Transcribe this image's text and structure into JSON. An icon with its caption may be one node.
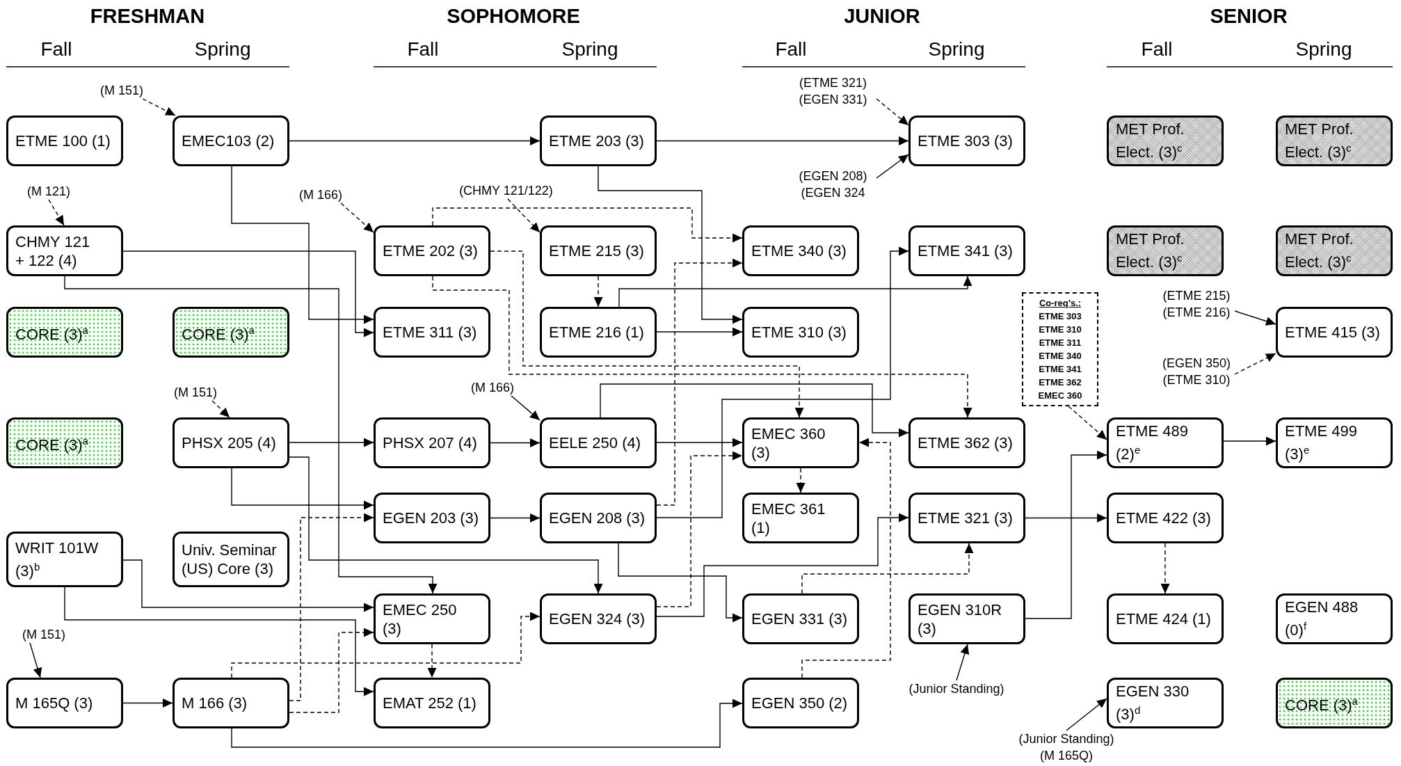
{
  "diagram": {
    "nodes": [
      {
        "text": [
          "ETME 100 (1)"
        ]
      },
      {
        "text": [
          "EMEC103 (2)"
        ]
      },
      {
        "text": [
          "ETME 203 (3)"
        ]
      },
      {
        "text": [
          "ETME 303 (3)"
        ]
      },
      {
        "text": [
          "MET Prof. Elect. (3)$^{c}$"
        ]
      },
      {
        "text": [
          "MET Prof. Elect. (3)$^{c}$"
        ]
      },
      {
        "text": [
          "CHMY 121 + 122 (4)"
        ]
      },
      {
        "text": [
          "ETME 202 (3)"
        ]
      },
      {
        "text": [
          "ETME 215 (3)"
        ]
      },
      {
        "text": [
          "ETME 340 (3)"
        ]
      },
      {
        "text": [
          "ETME 341 (3)"
        ]
      },
      {
        "text": [
          "MET Prof. Elect. (3)$^{c}$"
        ]
      },
      {
        "text": [
          "MET Prof. Elect. (3)$^{c}$"
        ]
      },
      {
        "text": [
          "CORE (3)$^{a}$"
        ]
      },
      {
        "text": [
          "CORE (3)$^{a}$"
        ]
      },
      {
        "text": [
          "ETME 311 (3)"
        ]
      },
      {
        "text": [
          "ETME 216 (1)"
        ]
      },
      {
        "text": [
          "ETME 310 (3)"
        ]
      },
      {
        "text": [
          "ETME 415 (3)"
        ]
      },
      {
        "text": [
          "CORE (3)$^{a}$"
        ]
      },
      {
        "text": [
          "PHSX 205 (4)"
        ]
      },
      {
        "text": [
          "PHSX 207 (4)"
        ]
      },
      {
        "text": [
          "EELE 250 (4)"
        ]
      },
      {
        "text": [
          "EMEC 360 (3)"
        ]
      },
      {
        "text": [
          "ETME 362 (3)"
        ]
      },
      {
        "text": [
          "ETME 489 (2)$^{e}$"
        ]
      },
      {
        "text": [
          "ETME 499 (3)$^{e}$"
        ]
      },
      {
        "text": [
          "EGEN 203 (3)"
        ]
      },
      {
        "text": [
          "EGEN 208 (3)"
        ]
      },
      {
        "text": [
          "EMEC 361 (1)"
        ]
      },
      {
        "text": [
          "ETME 321 (3)"
        ]
      },
      {
        "text": [
          "ETME 422 (3)"
        ]
      },
      {
        "text": [
          "WRIT 101W (3)$^{b}$"
        ]
      },
      {
        "text": [
          "Univ. Seminar (US) Core (3)"
        ]
      },
      {
        "text": [
          "EMEC 250 (3)"
        ]
      },
      {
        "text": [
          "EGEN 324 (3)"
        ]
      },
      {
        "text": [
          "EGEN 331 (3)"
        ]
      },
      {
        "text": [
          "EGEN 310R (3)"
        ]
      },
      {
        "text": [
          "ETME 424 (1)"
        ]
      },
      {
        "text": [
          "EGEN 488 (0)$^{f}$"
        ]
      },
      {
        "text": [
          "M 165Q (3)"
        ]
      },
      {
        "text": [
          "M 166 (3)"
        ]
      },
      {
        "text": [
          "EMAT 252 (1)"
        ]
      },
      {
        "text": [
          "EGEN 350 (2)"
        ]
      },
      {
        "text": [
          "EGEN 330 (3)$^{d}$"
        ]
      },
      {
        "text": [
          "CORE (3)$^{a}$"
        ]
      },
      {
        "text": [
          "(M 151)"
        ]
      },
      {
        "text": [
          "(M 121)"
        ]
      },
      {
        "text": [
          "(M 166)"
        ]
      },
      {
        "text": [
          "(CHMY 121/122)"
        ]
      },
      {
        "text": [
          "(ETME 321) (EGEN 331)"
        ]
      },
      {
        "text": [
          "(EGEN 208) (EGEN 324"
        ]
      },
      {
        "text": [
          "Co-req’s.:",
          "ETME 303",
          "ETME 310",
          "ETME 311",
          "ETME 340",
          "ETME 341",
          "ETME 362",
          "EMEC 360"
        ]
      },
      {
        "text": [
          "(ETME 215) (ETME 216)"
        ]
      },
      {
        "text": [
          "(EGEN 350) (ETME 310)"
        ]
      },
      {
        "text": [
          "(M 151)"
        ]
      },
      {
        "text": [
          "(M 166)"
        ]
      },
      {
        "text": [
          "(M 151)"
        ]
      },
      {
        "text": [
          "(Junior Standing)"
        ]
      },
      {
        "text": [
          "(Junior Standing) (M 165Q)"
        ]
      }
    ],
    "edges": [
      {
        "from": 46,
        "to": 1,
        "arrow": "to",
        "style": "dashed"
      },
      {
        "from": 1,
        "to": 2,
        "arrow": "to"
      },
      {
        "from": 2,
        "to": 3,
        "arrow": "to"
      },
      {
        "from": 47,
        "to": 6,
        "arrow": "to",
        "style": "dashed"
      },
      {
        "from": 48,
        "to": 7,
        "arrow": "to",
        "style": "dashed"
      },
      {
        "from": 49,
        "to": 8,
        "arrow": "to",
        "style": "dashed"
      },
      {
        "from": 50,
        "to": 3,
        "arrow": "to",
        "style": "dashed"
      },
      {
        "from": 51,
        "to": 3,
        "arrow": "to"
      },
      {
        "from": 1,
        "to": 15,
        "arrow": "to"
      },
      {
        "from": 6,
        "to": 15,
        "arrow": "to"
      },
      {
        "from": 6,
        "to": 34,
        "arrow": "to"
      },
      {
        "from": 7,
        "to": 9,
        "arrow": "to",
        "style": "dashed"
      },
      {
        "from": 7,
        "to": 23,
        "arrow": "to",
        "style": "dashed"
      },
      {
        "from": 7,
        "to": 24,
        "arrow": "to",
        "style": "dashed"
      },
      {
        "from": 8,
        "to": 16,
        "arrow": "to",
        "style": "dashed"
      },
      {
        "from": 2,
        "to": 17,
        "arrow": "to"
      },
      {
        "from": 16,
        "to": 17,
        "arrow": "to"
      },
      {
        "from": 16,
        "to": 10,
        "arrow": "to"
      },
      {
        "from": 28,
        "to": 9,
        "arrow": "to",
        "style": "dashed"
      },
      {
        "from": 22,
        "to": 24,
        "arrow": "to"
      },
      {
        "from": 28,
        "to": 10,
        "arrow": "to"
      },
      {
        "from": 22,
        "to": 23,
        "arrow": "to"
      },
      {
        "from": 35,
        "to": 23,
        "arrow": "to",
        "style": "dashed"
      },
      {
        "from": 43,
        "to": 23,
        "arrow": "to",
        "style": "dashed"
      },
      {
        "from": 23,
        "to": 29,
        "arrow": "to",
        "style": "dashed"
      },
      {
        "from": 28,
        "to": 36,
        "arrow": "to"
      },
      {
        "from": 35,
        "to": 30,
        "arrow": "to"
      },
      {
        "from": 36,
        "to": 30,
        "arrow": "to",
        "style": "dashed"
      },
      {
        "from": 21,
        "to": 22,
        "arrow": "to"
      },
      {
        "from": 27,
        "to": 28,
        "arrow": "to"
      },
      {
        "from": 20,
        "to": 21,
        "arrow": "to"
      },
      {
        "from": 20,
        "to": 27,
        "arrow": "to"
      },
      {
        "from": 20,
        "to": 35,
        "arrow": "to"
      },
      {
        "from": 41,
        "to": 27,
        "arrow": "to",
        "style": "dashed"
      },
      {
        "from": 41,
        "to": 34,
        "arrow": "to",
        "style": "dashed"
      },
      {
        "from": 41,
        "to": 35,
        "arrow": "to",
        "style": "dashed"
      },
      {
        "from": 34,
        "to": 42,
        "arrow": "to",
        "style": "dashed"
      },
      {
        "from": 32,
        "to": 34,
        "arrow": "to"
      },
      {
        "from": 32,
        "to": 42,
        "arrow": "to"
      },
      {
        "from": 40,
        "to": 41,
        "arrow": "to"
      },
      {
        "from": 41,
        "to": 43,
        "arrow": "to"
      },
      {
        "from": 30,
        "to": 31,
        "arrow": "to"
      },
      {
        "from": 37,
        "to": 25,
        "arrow": "to"
      },
      {
        "from": 25,
        "to": 26,
        "arrow": "to"
      },
      {
        "from": 31,
        "to": 38,
        "arrow": "to",
        "style": "dashed"
      },
      {
        "from": 52,
        "to": 25,
        "arrow": "to",
        "style": "dashed"
      },
      {
        "from": 53,
        "to": 18,
        "arrow": "to"
      },
      {
        "from": 54,
        "to": 18,
        "arrow": "to",
        "style": "dashed"
      },
      {
        "from": 55,
        "to": 20,
        "arrow": "to",
        "style": "dashed"
      },
      {
        "from": 56,
        "to": 22,
        "arrow": "to"
      },
      {
        "from": 57,
        "to": 40,
        "arrow": "to"
      },
      {
        "from": 58,
        "to": 37,
        "arrow": "to"
      },
      {
        "from": 59,
        "to": 44,
        "arrow": "to"
      }
    ],
    "labels": [
      "FRESHMAN",
      "SOPHOMORE",
      "JUNIOR",
      "SENIOR",
      "Fall",
      "Spring",
      "Fall",
      "Spring",
      "Fall",
      "Spring",
      "Fall",
      "Spring"
    ]
  }
}
